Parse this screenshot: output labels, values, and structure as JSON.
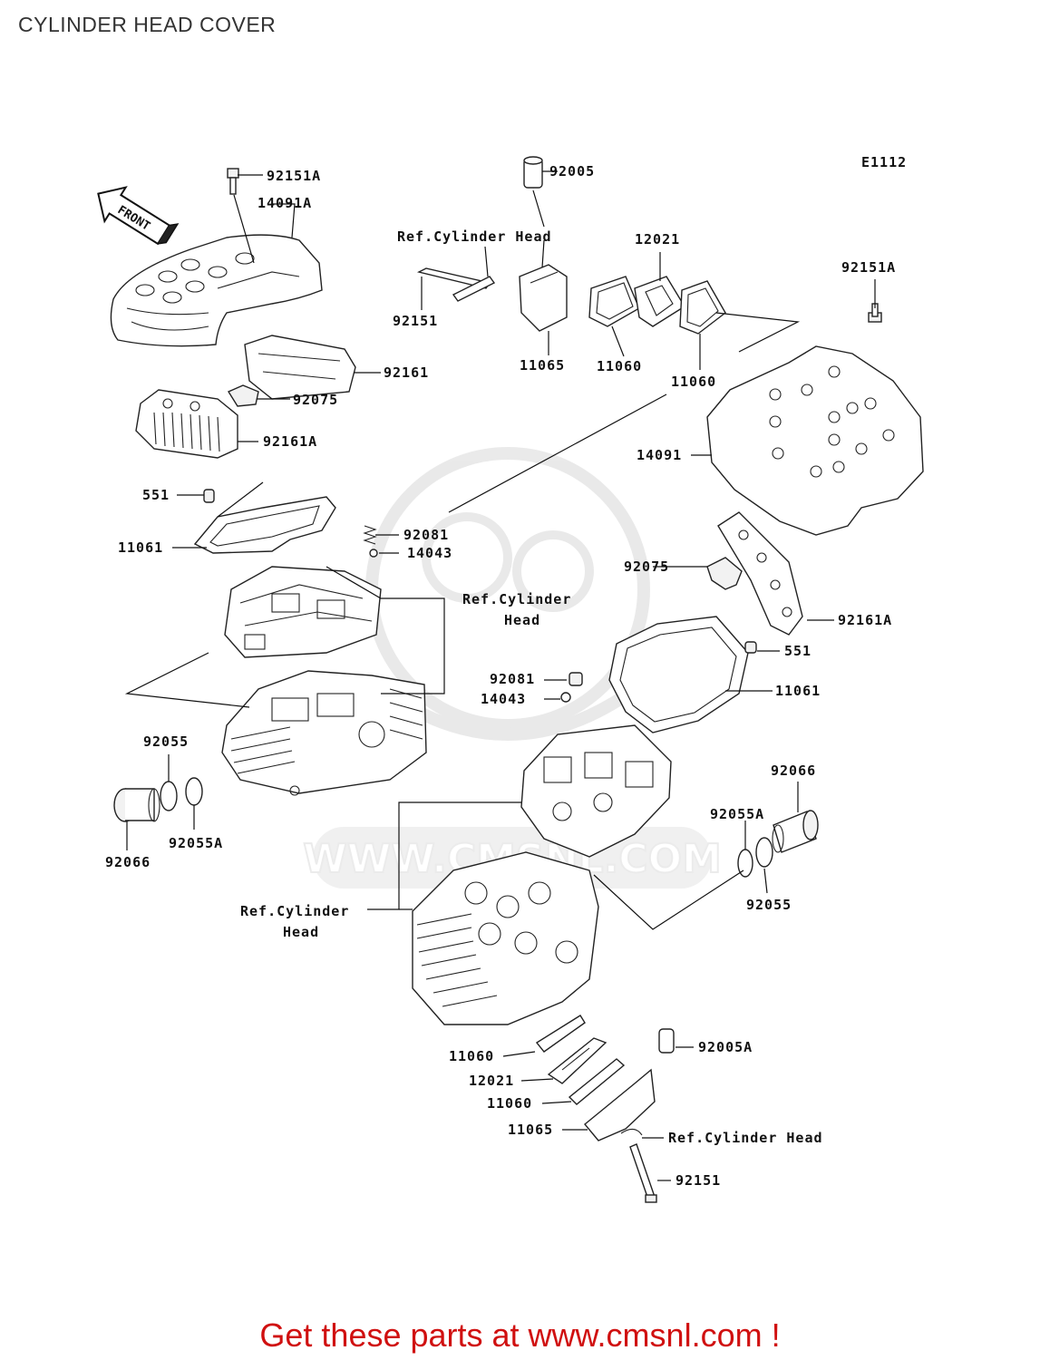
{
  "page": {
    "title": "CYLINDER HEAD COVER",
    "code": "E1112",
    "front_badge": "FRONT",
    "watermark": "WWW.CMSNL.COM",
    "footer": "Get these parts at www.cmsnl.com !"
  },
  "colors": {
    "footer": "#d01010",
    "line": "#222222",
    "watermark": "#dcdcdc"
  },
  "labels": {
    "p92151A_top": "92151A",
    "p14091A": "14091A",
    "p92005": "92005",
    "ref_head_top": "Ref.Cylinder Head",
    "p12021_top": "12021",
    "p92151A_right": "92151A",
    "p92151_top": "92151",
    "p11065_top": "11065",
    "p11060_a": "11060",
    "p11060_b": "11060",
    "p92161": "92161",
    "p92075_left": "92075",
    "p92161A_left": "92161A",
    "p14091": "14091",
    "p551_left": "551",
    "p11061_left": "11061",
    "p92081_top": "92081",
    "p14043_top": "14043",
    "p92075_right": "92075",
    "ref_head_mid_1": "Ref.Cylinder",
    "ref_head_mid_2": "Head",
    "p92161A_right": "92161A",
    "p551_right": "551",
    "p92081_mid": "92081",
    "p14043_mid": "14043",
    "p11061_right": "11061",
    "p92055_left": "92055",
    "p92066_left": "92066",
    "p92055A_left": "92055A",
    "p92066_right": "92066",
    "p92055A_right": "92055A",
    "p92055_right": "92055",
    "ref_head_low_1": "Ref.Cylinder",
    "ref_head_low_2": "Head",
    "p11060_c": "11060",
    "p12021_low": "12021",
    "p11060_d": "11060",
    "p11065_low": "11065",
    "p92005A": "92005A",
    "ref_head_bottom": "Ref.Cylinder Head",
    "p92151_bottom": "92151"
  }
}
